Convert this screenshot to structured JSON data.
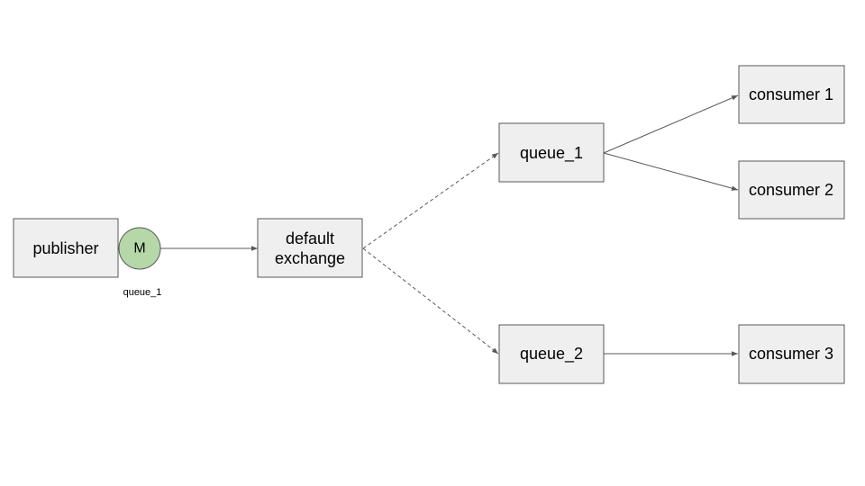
{
  "diagram": {
    "nodes": {
      "publisher": "publisher",
      "exchange_line1": "default",
      "exchange_line2": "exchange",
      "queue_1": "queue_1",
      "queue_2": "queue_2",
      "consumer_1": "consumer 1",
      "consumer_2": "consumer 2",
      "consumer_3": "consumer 3"
    },
    "message": {
      "label": "M",
      "routing_key": "queue_1",
      "color": "#b6d7a8"
    },
    "edges": [
      {
        "from": "message",
        "to": "default exchange",
        "style": "solid"
      },
      {
        "from": "default exchange",
        "to": "queue_1",
        "style": "dashed"
      },
      {
        "from": "default exchange",
        "to": "queue_2",
        "style": "dashed"
      },
      {
        "from": "queue_1",
        "to": "consumer 1",
        "style": "solid"
      },
      {
        "from": "queue_1",
        "to": "consumer 2",
        "style": "solid"
      },
      {
        "from": "queue_2",
        "to": "consumer 3",
        "style": "solid"
      }
    ],
    "colors": {
      "box_fill": "#efefef",
      "box_stroke": "#595959",
      "edge": "#595959"
    }
  }
}
